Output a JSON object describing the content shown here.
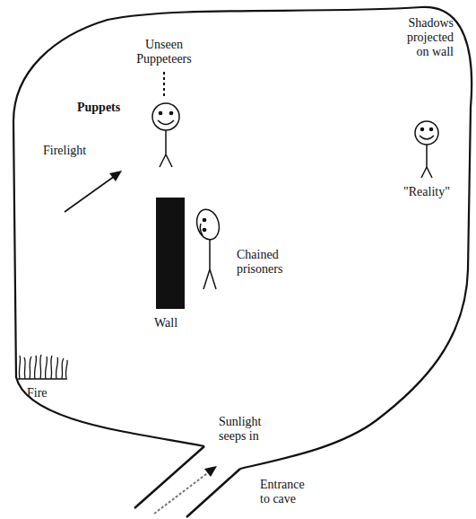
{
  "diagram": {
    "labels": [
      "Unseen Puppeteers",
      "Shadows projected on wall",
      "Puppets",
      "Firelight",
      "\"Reality\"",
      "Chained prisoners",
      "Fire",
      "Wall",
      "Sunlight seeps in",
      "Entrance to cave"
    ]
  }
}
